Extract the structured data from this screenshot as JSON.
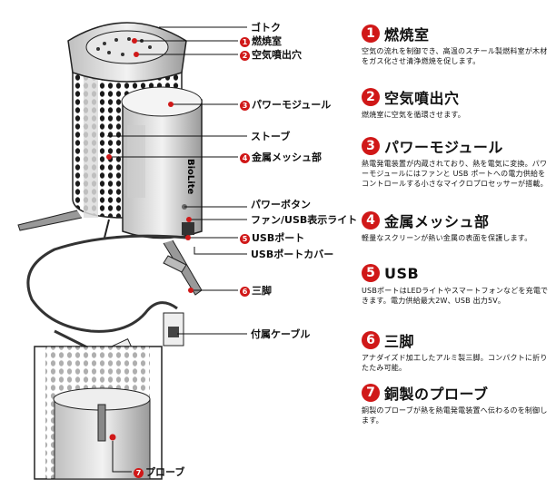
{
  "diagram_labels": {
    "gotoku": "ゴトク",
    "combustion": "燃焼室",
    "air_hole": "空気噴出穴",
    "power_module": "パワーモジュール",
    "stove": "ストーブ",
    "mesh": "金属メッシュ部",
    "power_button": "パワーボタン",
    "fan_usb_light": "ファン/USB表示ライト",
    "usb_port": "USBポート",
    "usb_cover": "USBポートカバー",
    "tripod": "三脚",
    "cable": "付属ケーブル",
    "probe": "プローブ",
    "brand": "BioLite"
  },
  "sections": [
    {
      "num": "1",
      "title": "燃焼室",
      "desc": "空気の流れを制御でき、高温のスチール製燃料室が木材をガス化させ清浄燃焼を促します。"
    },
    {
      "num": "2",
      "title": "空気噴出穴",
      "desc": "燃焼室に空気を循環させます。"
    },
    {
      "num": "3",
      "title": "パワーモジュール",
      "desc": "熱電発電装置が内蔵されており、熱を電気に変換。パワーモジュールにはファンと USB ポートへの電力供給をコントロールする小さなマイクロプロセッサーが搭載。"
    },
    {
      "num": "4",
      "title": "金属メッシュ部",
      "desc": "軽量なスクリーンが熱い金属の表面を保護します。"
    },
    {
      "num": "5",
      "title": "USB",
      "desc": "USBポートはLEDライトやスマートフォンなどを充電できます。電力供給最大2W、USB 出力5V。"
    },
    {
      "num": "6",
      "title": "三脚",
      "desc": "アナダイズド加工したアルミ製三脚。コンパクトに折りたたみ可能。"
    },
    {
      "num": "7",
      "title": "銅製のプローブ",
      "desc": "銅製のプローブが熱を熱電発電装置へ伝わるのを制御します。"
    }
  ],
  "colors": {
    "accent": "#d01818",
    "ink": "#111111"
  }
}
